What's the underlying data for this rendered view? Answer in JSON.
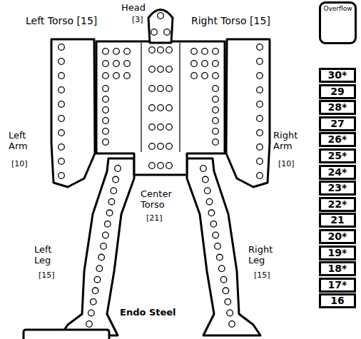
{
  "diagram": {
    "nodes": [
      {
        "text": [
          "Overflow"
        ]
      }
    ],
    "labels": [
      "Head",
      "[3]",
      "Left Torso [15]",
      "Right Torso [15]",
      "Left Arm",
      "[10]",
      "Right Arm",
      "[10]",
      "Center Torso",
      "[21]",
      "Left Leg",
      "[15]",
      "Right Leg",
      "[15]",
      "Endo Steel",
      "30*",
      "29",
      "28*",
      "27",
      "26*",
      "25*",
      "24*",
      "23*",
      "22*",
      "21",
      "20*",
      "19*",
      "18*",
      "17*",
      "16"
    ]
  }
}
